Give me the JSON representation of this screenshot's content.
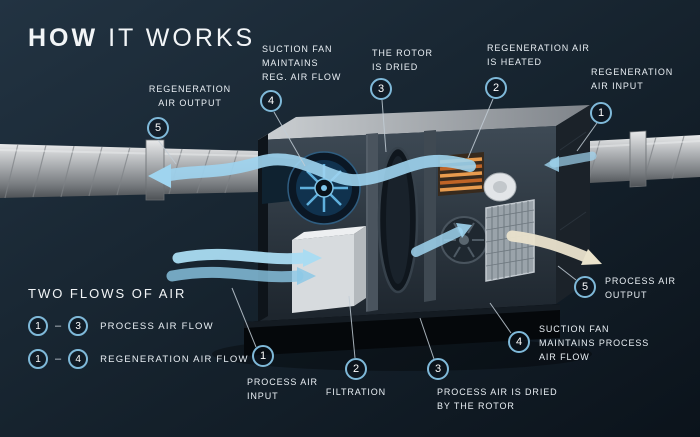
{
  "title": {
    "emphasis": "HOW",
    "rest": "IT WORKS"
  },
  "callouts": [
    {
      "id": "regen-air-output",
      "number": "5",
      "label": "REGENERATION\nAIR OUTPUT"
    },
    {
      "id": "suction-fan-reg",
      "number": "4",
      "label": "SUCTION FAN\nMAINTAINS\nREG. AIR FLOW"
    },
    {
      "id": "rotor-dried",
      "number": "3",
      "label": "THE ROTOR\nIS DRIED"
    },
    {
      "id": "regen-heated",
      "number": "2",
      "label": "REGENERATION AIR\nIS HEATED"
    },
    {
      "id": "regen-air-input",
      "number": "1",
      "label": "REGENERATION\nAIR INPUT"
    },
    {
      "id": "process-air-output",
      "number": "5",
      "label": "PROCESS AIR\nOUTPUT"
    },
    {
      "id": "suction-fan-process",
      "number": "4",
      "label": "SUCTION FAN\nMAINTAINS PROCESS\nAIR FLOW"
    },
    {
      "id": "process-dried",
      "number": "3",
      "label": "PROCESS AIR IS DRIED\nBY THE ROTOR"
    },
    {
      "id": "filtration",
      "number": "2",
      "label": "FILTRATION"
    },
    {
      "id": "process-air-input",
      "number": "1",
      "label": "PROCESS AIR\nINPUT"
    }
  ],
  "legend": {
    "title": "TWO FLOWS OF AIR",
    "dash": "–",
    "items": [
      {
        "from": "1",
        "to": "3",
        "label": "PROCESS AIR FLOW"
      },
      {
        "from": "1",
        "to": "4",
        "label": "REGENERATION AIR FLOW"
      }
    ]
  },
  "colors": {
    "background": "#16222d",
    "accent_circle_blue": "#7fb9d9",
    "flow_blue": "#a5d8f0",
    "flow_cream": "#eae3cc",
    "heater_orange": "#e08a3c"
  }
}
